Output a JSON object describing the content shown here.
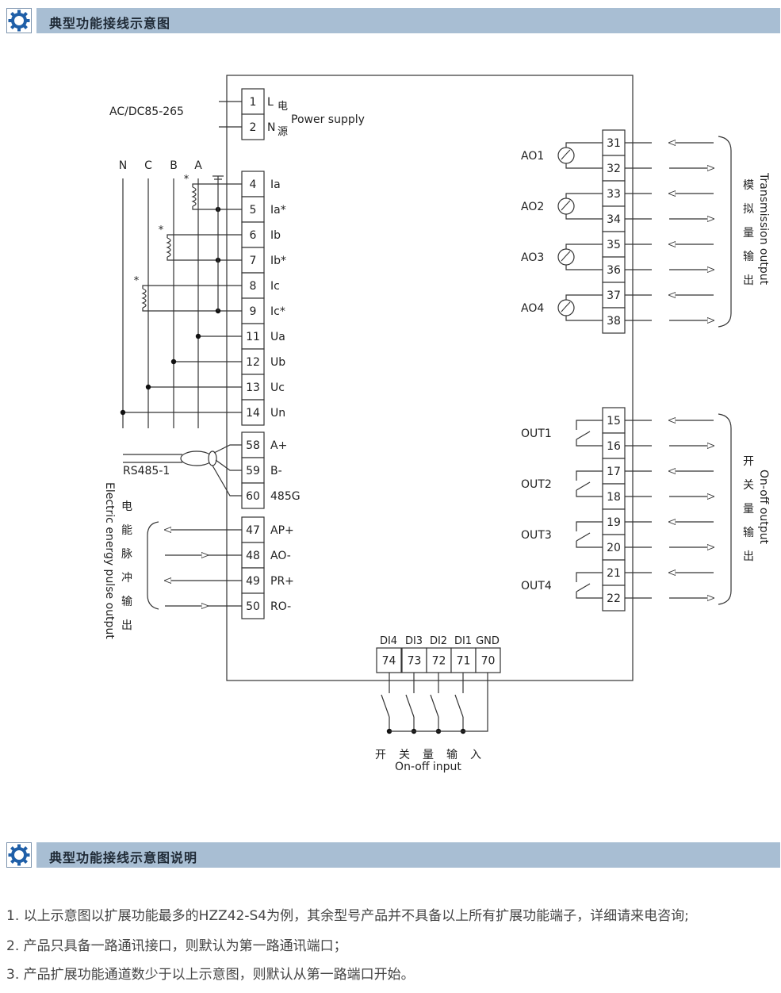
{
  "sections": [
    {
      "title": "典型功能接线示意图"
    },
    {
      "title": "典型功能接线示意图说明"
    }
  ],
  "diagram": {
    "supply_label": "AC/DC85-265",
    "supply_terminals": [
      {
        "num": "1",
        "name": "L",
        "cn": "电"
      },
      {
        "num": "2",
        "name": "N",
        "cn": "源"
      }
    ],
    "supply_en": "Power supply",
    "phase_labels": [
      "N",
      "C",
      "B",
      "A"
    ],
    "current_terminals": [
      {
        "num": "4",
        "name": "Ia"
      },
      {
        "num": "5",
        "name": "Ia*"
      },
      {
        "num": "6",
        "name": "Ib"
      },
      {
        "num": "7",
        "name": "Ib*"
      },
      {
        "num": "8",
        "name": "Ic"
      },
      {
        "num": "9",
        "name": "Ic*"
      }
    ],
    "voltage_terminals": [
      {
        "num": "11",
        "name": "Ua"
      },
      {
        "num": "12",
        "name": "Ub"
      },
      {
        "num": "13",
        "name": "Uc"
      },
      {
        "num": "14",
        "name": "Un"
      }
    ],
    "rs485_label": "RS485-1",
    "rs485_terminals": [
      {
        "num": "58",
        "name": "A+"
      },
      {
        "num": "59",
        "name": "B-"
      },
      {
        "num": "60",
        "name": "485G"
      }
    ],
    "pulse_terminals": [
      {
        "num": "47",
        "name": "AP+"
      },
      {
        "num": "48",
        "name": "AO-"
      },
      {
        "num": "49",
        "name": "PR+"
      },
      {
        "num": "50",
        "name": "RO-"
      }
    ],
    "pulse_cn": [
      "电",
      "能",
      "脉",
      "冲",
      "输",
      "出"
    ],
    "pulse_en": "Electric energy pulse output",
    "ao_channels": [
      {
        "label": "AO1",
        "t1": "31",
        "t2": "32"
      },
      {
        "label": "AO2",
        "t1": "33",
        "t2": "34"
      },
      {
        "label": "AO3",
        "t1": "35",
        "t2": "36"
      },
      {
        "label": "AO4",
        "t1": "37",
        "t2": "38"
      }
    ],
    "transmission_cn": [
      "模",
      "拟",
      "量",
      "输",
      "出"
    ],
    "transmission_en": "Transmission output",
    "out_channels": [
      {
        "label": "OUT1",
        "t1": "15",
        "t2": "16"
      },
      {
        "label": "OUT2",
        "t1": "17",
        "t2": "18"
      },
      {
        "label": "OUT3",
        "t1": "19",
        "t2": "20"
      },
      {
        "label": "OUT4",
        "t1": "21",
        "t2": "22"
      }
    ],
    "onoff_out_cn": [
      "开",
      "关",
      "量",
      "输",
      "出"
    ],
    "onoff_out_en": "On-off output",
    "di_terminals": [
      {
        "label": "DI4",
        "num": "74"
      },
      {
        "label": "DI3",
        "num": "73"
      },
      {
        "label": "DI2",
        "num": "72"
      },
      {
        "label": "DI1",
        "num": "71"
      },
      {
        "label": "GND",
        "num": "70"
      }
    ],
    "onoff_in_cn": [
      "开",
      "关",
      "量",
      "输",
      "入"
    ],
    "onoff_in_en": "On-off input"
  },
  "notes": [
    "1. 以上示意图以扩展功能最多的HZZ42-S4为例，其余型号产品并不具备以上所有扩展功能端子，详细请来电咨询;",
    "2. 产品只具备一路通讯接口，则默认为第一路通讯端口；",
    "3. 产品扩展功能通道数少于以上示意图，则默认从第一路端口开始。"
  ]
}
